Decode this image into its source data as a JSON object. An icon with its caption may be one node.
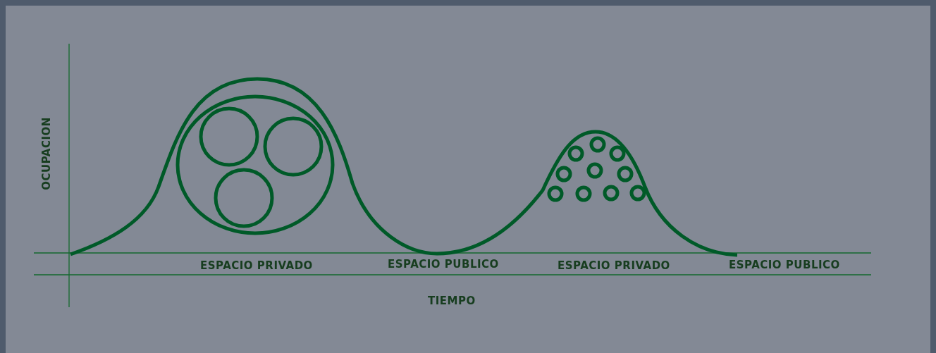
{
  "diagram": {
    "labels": [
      "OCUPACION",
      "ESPACIO PRIVADO",
      "ESPACIO PUBLICO",
      "ESPACIO PRIVADO",
      "ESPACIO PUBLICO",
      "TIEMPO"
    ]
  }
}
